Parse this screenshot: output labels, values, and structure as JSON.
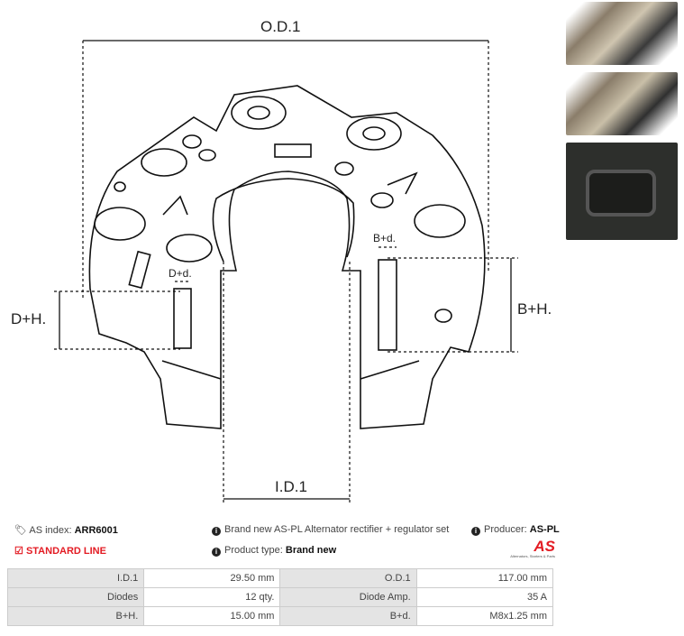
{
  "diagram": {
    "od": "O.D.1",
    "id": "I.D.1",
    "dh": "D+H.",
    "dd": "D+d.",
    "bh": "B+H.",
    "bd": "B+d."
  },
  "info": {
    "index_label": "AS index:",
    "index_value": "ARR6001",
    "line": "STANDARD LINE",
    "desc": "Brand new AS-PL Alternator rectifier + regulator set",
    "type_label": "Product type:",
    "type_value": "Brand new",
    "producer_label": "Producer:",
    "producer_value": "AS-PL",
    "logo_text": "AS",
    "logo_tagline": "Alternators, Starters & Parts"
  },
  "specs": [
    [
      "I.D.1",
      "29.50 mm",
      "O.D.1",
      "117.00 mm"
    ],
    [
      "Diodes",
      "12 qty.",
      "Diode Amp.",
      "35 A"
    ],
    [
      "B+H.",
      "15.00 mm",
      "B+d.",
      "M8x1.25 mm"
    ]
  ],
  "colors": {
    "accent": "#e31b23"
  }
}
